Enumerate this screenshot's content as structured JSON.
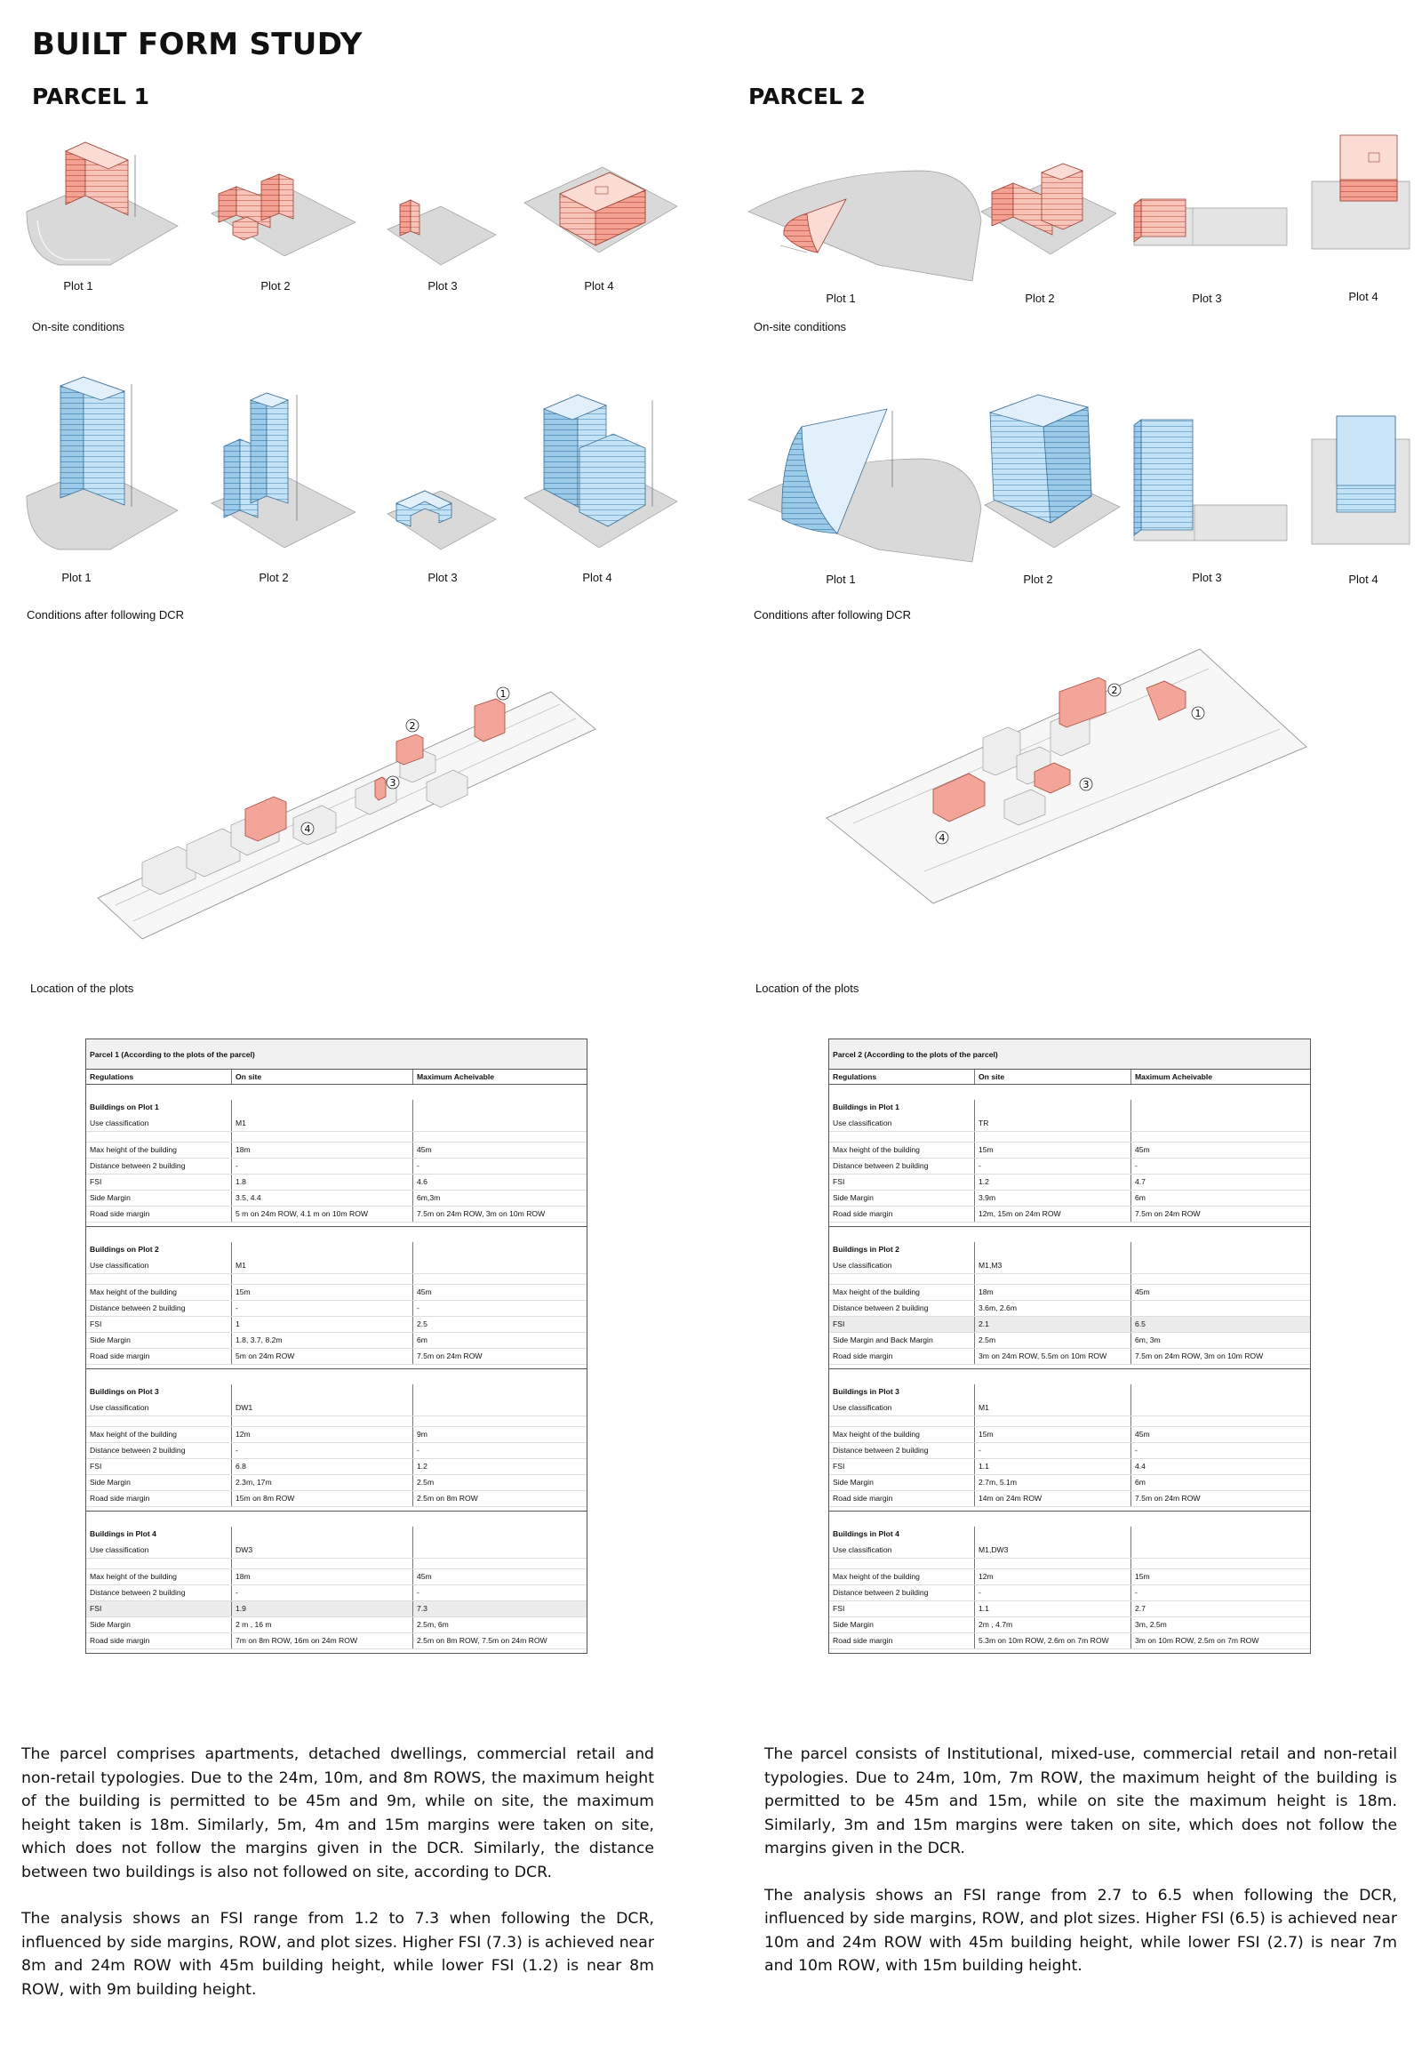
{
  "title": "BUILT FORM STUDY",
  "colors": {
    "onsite": "#f4a59a",
    "dcr": "#a9d3ee",
    "ground": "#d9d9d9"
  },
  "parcel1": {
    "title": "PARCEL 1",
    "onsite_plots": [
      "Plot 1",
      "Plot 2",
      "Plot 3",
      "Plot 4"
    ],
    "onsite_caption": "On-site conditions",
    "dcr_plots": [
      "Plot 1",
      "Plot 2",
      "Plot 3",
      "Plot 4"
    ],
    "dcr_caption": "Conditions after following DCR",
    "location_caption": "Location of the plots",
    "markers": [
      "1",
      "2",
      "3",
      "4"
    ],
    "table": {
      "title": "Parcel 1 (According to the plots of the parcel)",
      "columns": [
        "Regulations",
        "On site",
        "Maximum Acheivable"
      ],
      "blocks": [
        {
          "heading": "Buildings on Plot 1",
          "use": [
            "Use classification",
            "M1",
            ""
          ],
          "rows": [
            [
              "Max height of the building",
              "18m",
              "45m"
            ],
            [
              "Distance between 2 building",
              "-",
              "-"
            ],
            [
              "FSI",
              "1.8",
              "4.6"
            ],
            [
              "Side Margin",
              "3.5, 4.4",
              "6m,3m"
            ],
            [
              "Road side margin",
              "5 m on 24m ROW, 4.1 m on 10m ROW",
              "7.5m on 24m ROW, 3m on 10m ROW"
            ]
          ]
        },
        {
          "heading": "Buildings on Plot 2",
          "use": [
            "Use classification",
            "M1",
            ""
          ],
          "rows": [
            [
              "Max height of the building",
              "15m",
              "45m"
            ],
            [
              "Distance between 2 building",
              "-",
              "-"
            ],
            [
              "FSI",
              "1",
              "2.5"
            ],
            [
              "Side Margin",
              "1.8, 3.7, 8.2m",
              "6m"
            ],
            [
              "Road side margin",
              "5m on 24m ROW",
              "7.5m on 24m ROW"
            ]
          ]
        },
        {
          "heading": "Buildings on Plot 3",
          "use": [
            "Use classification",
            "DW1",
            ""
          ],
          "rows": [
            [
              "Max height of the building",
              "12m",
              "9m"
            ],
            [
              "Distance between 2 building",
              "-",
              "-"
            ],
            [
              "FSI",
              "6.8",
              "1.2"
            ],
            [
              "Side Margin",
              "2.3m, 17m",
              "2.5m"
            ],
            [
              "Road side margin",
              "15m on 8m ROW",
              "2.5m on 8m ROW"
            ]
          ]
        },
        {
          "heading": "Buildings in Plot 4",
          "use": [
            "Use classification",
            "DW3",
            ""
          ],
          "rows": [
            [
              "Max height of the building",
              "18m",
              "45m"
            ],
            [
              "Distance between 2 building",
              "-",
              "-"
            ],
            [
              "FSI",
              "1.9",
              "7.3"
            ],
            [
              "Side Margin",
              "2 m , 16 m",
              "2.5m, 6m"
            ],
            [
              "Road side margin",
              "7m on 8m ROW, 16m on 24m ROW",
              "2.5m on 8m ROW, 7.5m on 24m ROW"
            ]
          ]
        }
      ]
    },
    "text": [
      "The parcel comprises apartments, detached dwellings, commercial retail and non-retail typologies. Due to the 24m, 10m, and 8m ROWS, the maximum height of the building is permitted to be 45m and 9m, while on site, the maximum height taken is 18m. Similarly, 5m, 4m and 15m margins were taken on site, which does not follow the margins given in the DCR. Similarly, the distance between two buildings is also not followed on site, according to DCR.",
      "The analysis shows an FSI range from 1.2 to 7.3 when following the DCR, influenced by side margins, ROW, and plot sizes. Higher FSI (7.3) is achieved near 8m and 24m ROW with 45m building height, while lower FSI (1.2) is near 8m ROW, with 9m building height."
    ]
  },
  "parcel2": {
    "title": "PARCEL 2",
    "onsite_plots": [
      "Plot 1",
      "Plot 2",
      "Plot 3",
      "Plot 4"
    ],
    "onsite_caption": "On-site conditions",
    "dcr_plots": [
      "Plot 1",
      "Plot 2",
      "Plot 3",
      "Plot 4"
    ],
    "dcr_caption": "Conditions after following DCR",
    "location_caption": "Location of the plots",
    "markers": [
      "1",
      "2",
      "3",
      "4"
    ],
    "table": {
      "title": "Parcel 2  (According to the plots of the parcel)",
      "columns": [
        "Regulations",
        "On site",
        "Maximum Acheivable"
      ],
      "blocks": [
        {
          "heading": "Buildings in Plot 1",
          "use": [
            "Use classification",
            "TR",
            ""
          ],
          "rows": [
            [
              "Max height of the building",
              "15m",
              "45m"
            ],
            [
              "Distance between 2 building",
              "-",
              "-"
            ],
            [
              "FSI",
              "1.2",
              "4.7"
            ],
            [
              "Side Margin",
              "3.9m",
              "6m"
            ],
            [
              "Road side margin",
              "12m, 15m  on 24m ROW",
              "7.5m on 24m ROW"
            ]
          ]
        },
        {
          "heading": "Buildings in Plot 2",
          "use": [
            "Use classification",
            "M1,M3",
            ""
          ],
          "rows": [
            [
              "Max height of the building",
              "18m",
              "45m"
            ],
            [
              "Distance between 2 building",
              "3.6m, 2.6m",
              ""
            ],
            [
              "FSI",
              "2.1",
              "6.5"
            ],
            [
              "Side Margin and Back Margin",
              "2.5m",
              "6m, 3m"
            ],
            [
              "Road side margin",
              "3m on 24m ROW, 5.5m on 10m ROW",
              "7.5m on 24m ROW, 3m on 10m ROW"
            ]
          ]
        },
        {
          "heading": "Buildings in Plot 3",
          "use": [
            "Use classification",
            "M1",
            ""
          ],
          "rows": [
            [
              "Max height of the building",
              "15m",
              "45m"
            ],
            [
              "Distance between 2 building",
              "-",
              "-"
            ],
            [
              "FSI",
              "1.1",
              "4.4"
            ],
            [
              "Side Margin",
              "2.7m, 5.1m",
              "6m"
            ],
            [
              "Road side margin",
              "14m on 24m ROW",
              "7.5m on 24m ROW"
            ]
          ]
        },
        {
          "heading": "Buildings in Plot 4",
          "use": [
            "Use classification",
            "M1,DW3",
            ""
          ],
          "rows": [
            [
              "Max height of the building",
              "12m",
              "15m"
            ],
            [
              "Distance between 2 building",
              "-",
              "-"
            ],
            [
              "FSI",
              "1.1",
              "2.7"
            ],
            [
              "Side Margin",
              "2m , 4.7m",
              "3m, 2.5m"
            ],
            [
              "Road side margin",
              "5.3m on 10m ROW, 2.6m on 7m ROW",
              "3m on 10m ROW, 2.5m on 7m ROW"
            ]
          ]
        }
      ]
    },
    "text": [
      "The parcel consists of Institutional, mixed-use, commercial retail and non-retail typologies. Due to 24m, 10m, 7m ROW, the maximum height of the building is permitted to be 45m and 15m, while on site the maximum height is 18m. Similarly, 3m and 15m margins were taken on site, which does not follow the margins given in the DCR.",
      "The analysis shows an FSI range from 2.7 to 6.5 when following the DCR, influenced by side margins, ROW, and plot sizes. Higher FSI (6.5) is achieved near 10m and 24m ROW with 45m building height, while lower FSI (2.7) is near 7m and 10m ROW, with 15m building height."
    ]
  }
}
